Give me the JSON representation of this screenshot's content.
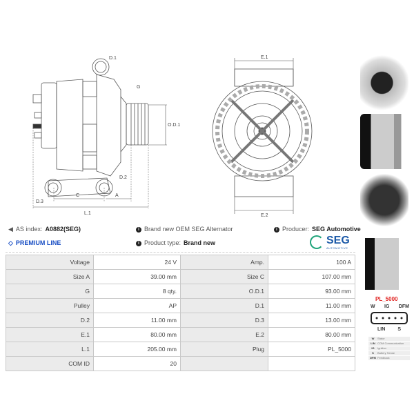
{
  "drawing": {
    "labels": {
      "d1": "D.1",
      "g": "G",
      "od1": "O.D.1",
      "d2": "D.2",
      "d3": "D.3",
      "c": "C",
      "a": "A",
      "l1": "L.1",
      "e1": "E.1",
      "e2": "E.2"
    }
  },
  "info": {
    "as_index_label": "AS index:",
    "as_index_value": "A0882(SEG)",
    "premium": "PREMIUM LINE",
    "description": "Brand new OEM SEG Alternator",
    "product_type_label": "Product type:",
    "product_type_value": "Brand new",
    "producer_label": "Producer:",
    "producer_value": "SEG Automotive",
    "logo": {
      "main": "SEG",
      "sub": "AUTOMOTIVE"
    }
  },
  "specs": [
    [
      "Voltage",
      "24 V",
      "Amp.",
      "100 A"
    ],
    [
      "Size A",
      "39.00 mm",
      "Size C",
      "107.00 mm"
    ],
    [
      "G",
      "8 qty.",
      "O.D.1",
      "93.00 mm"
    ],
    [
      "Pulley",
      "AP",
      "D.1",
      "11.00 mm"
    ],
    [
      "D.2",
      "11.00 mm",
      "D.3",
      "13.00 mm"
    ],
    [
      "E.1",
      "80.00 mm",
      "E.2",
      "80.00 mm"
    ],
    [
      "L.1",
      "205.00 mm",
      "Plug",
      "PL_5000"
    ],
    [
      "COM ID",
      "20",
      "",
      ""
    ]
  ],
  "plug": {
    "name": "PL_5000",
    "top_pins": [
      "W",
      "IG",
      "DFM"
    ],
    "bottom_pins": [
      "LIN",
      "S"
    ],
    "legend": [
      [
        "W",
        "Stator"
      ],
      [
        "LIN",
        "COM Communication"
      ],
      [
        "IG",
        "Ignition"
      ],
      [
        "S",
        "Battery Sense"
      ],
      [
        "DFM",
        "Feedback"
      ]
    ]
  },
  "colors": {
    "accent": "#1a4fc4",
    "plug_red": "#e0201e",
    "seg_blue": "#1c5aa8",
    "seg_green": "#1fa37a"
  }
}
